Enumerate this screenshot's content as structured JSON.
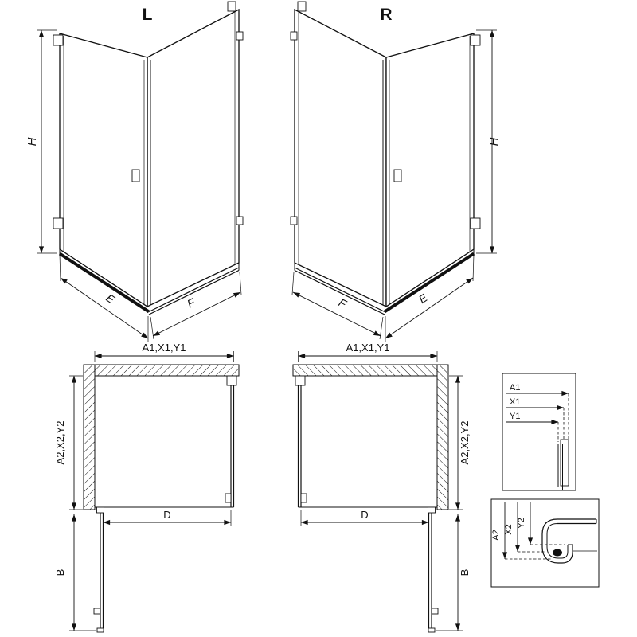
{
  "page": {
    "background": "#ffffff",
    "line_color": "#111111"
  },
  "elevations": {
    "left": {
      "variant_label": "L",
      "height_label": "H",
      "door_width_label": "E",
      "panel_width_label": "F"
    },
    "right": {
      "variant_label": "R",
      "height_label": "H",
      "door_width_label": "E",
      "panel_width_label": "F"
    }
  },
  "plans": {
    "left": {
      "width_label": "A1,X1,Y1",
      "depth_label": "A2,X2,Y2",
      "opening_label": "D",
      "swing_label": "B"
    },
    "right": {
      "width_label": "A1,X1,Y1",
      "depth_label": "A2,X2,Y2",
      "opening_label": "D",
      "swing_label": "B"
    }
  },
  "details": {
    "top": {
      "labels": [
        "A1",
        "X1",
        "Y1"
      ]
    },
    "bottom": {
      "labels": [
        "A2",
        "X2",
        "Y2"
      ]
    }
  }
}
